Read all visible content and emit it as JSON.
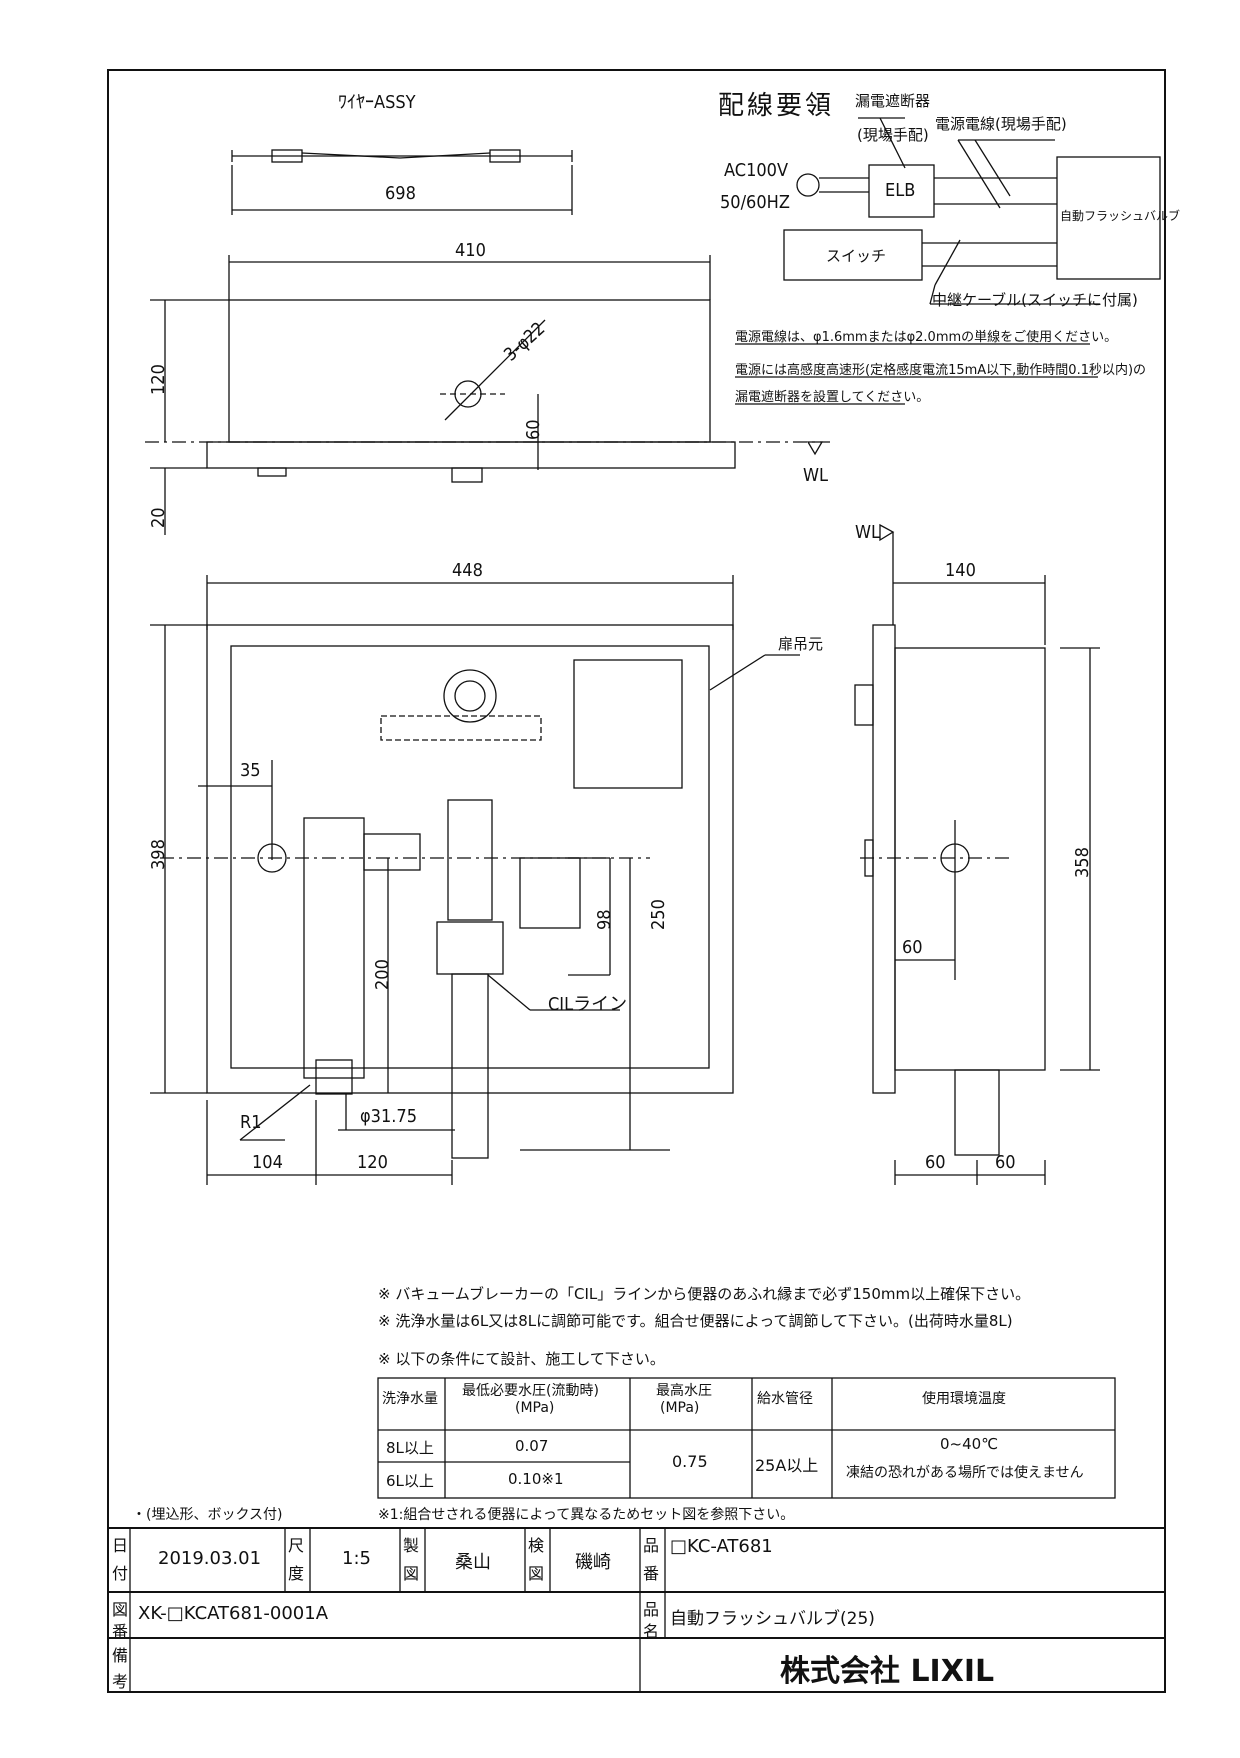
{
  "wire_assy": {
    "title": "ﾜｲﾔｰASSY",
    "length": "698"
  },
  "top_view": {
    "width": "410",
    "height": "120",
    "depth": "20",
    "hole_label": "3-φ22",
    "offset": "60",
    "wl": "WL"
  },
  "wiring": {
    "title": "配線要領",
    "breaker": "漏電遮断器",
    "breaker_sub": "(現場手配)",
    "power_wire": "電源電線(現場手配)",
    "ac": "AC100V",
    "hz": "50/60HZ",
    "elb": "ELB",
    "valve": "自動フラッシュバルブ",
    "switch": "スイッチ",
    "cable": "中継ケーブル(スイッチに付属)",
    "note1": "電源電線は、φ1.6mmまたはφ2.0mmの単線をご使用ください。",
    "note2": "電源には高感度高速形(定格感度電流15mA以下,動作時間0.1秒以内)の",
    "note3": "漏電遮断器を設置してください。"
  },
  "front_view": {
    "width": "448",
    "height": "398",
    "left_offset": "35",
    "dim_200": "200",
    "dim_98": "98",
    "dim_250": "250",
    "cil": "CILライン",
    "r1": "R1",
    "pipe": "φ31.75",
    "dim_104": "104",
    "dim_120": "120",
    "hinge": "扉吊元"
  },
  "side_view": {
    "wl": "WL",
    "width": "140",
    "height": "358",
    "dim_60a": "60",
    "dim_60b": "60",
    "dim_60c": "60"
  },
  "notes": [
    "※ バキュームブレーカーの「CIL」ラインから便器のあふれ縁まで必ず150mm以上確保下さい。",
    "※ 洗浄水量は6L又は8Lに調節可能です。組合せ便器によって調節して下さい。(出荷時水量8L)",
    "※ 以下の条件にて設計、施工して下さい。"
  ],
  "spec_table": {
    "headers": [
      "洗浄水量",
      "最低必要水圧(流動時)",
      "(MPa)",
      "最高水圧",
      "(MPa)",
      "給水管径",
      "使用環境温度"
    ],
    "rows": [
      {
        "volume": "8L以上",
        "min_pressure": "0.07"
      },
      {
        "volume": "6L以上",
        "min_pressure": "0.10※1"
      }
    ],
    "max_pressure": "0.75",
    "pipe_size": "25A以上",
    "temp": "0~40℃",
    "temp_note": "凍結の恐れがある場所では使えません",
    "footnote": "※1:組合せされる便器によって異なるためセット図を参照下さい。"
  },
  "type_label": "・(埋込形、ボックス付)",
  "title_block": {
    "date_label1": "日",
    "date_label2": "付",
    "date": "2019.03.01",
    "scale_label1": "尺",
    "scale_label2": "度",
    "scale": "1:5",
    "drawn_label1": "製",
    "drawn_label2": "図",
    "drawn": "桑山",
    "check_label1": "検",
    "check_label2": "図",
    "checked": "磯崎",
    "pn_label1": "品",
    "pn_label2": "番",
    "part_number": "□KC-AT681",
    "dwg_label1": "図",
    "dwg_label2": "番",
    "drawing_number": "XK-□KCAT681-0001A",
    "name_label1": "品",
    "name_label2": "名",
    "product_name": "自動フラッシュバルブ(25)",
    "remark_label1": "備",
    "remark_label2": "考",
    "company": "株式会社 LIXIL"
  }
}
